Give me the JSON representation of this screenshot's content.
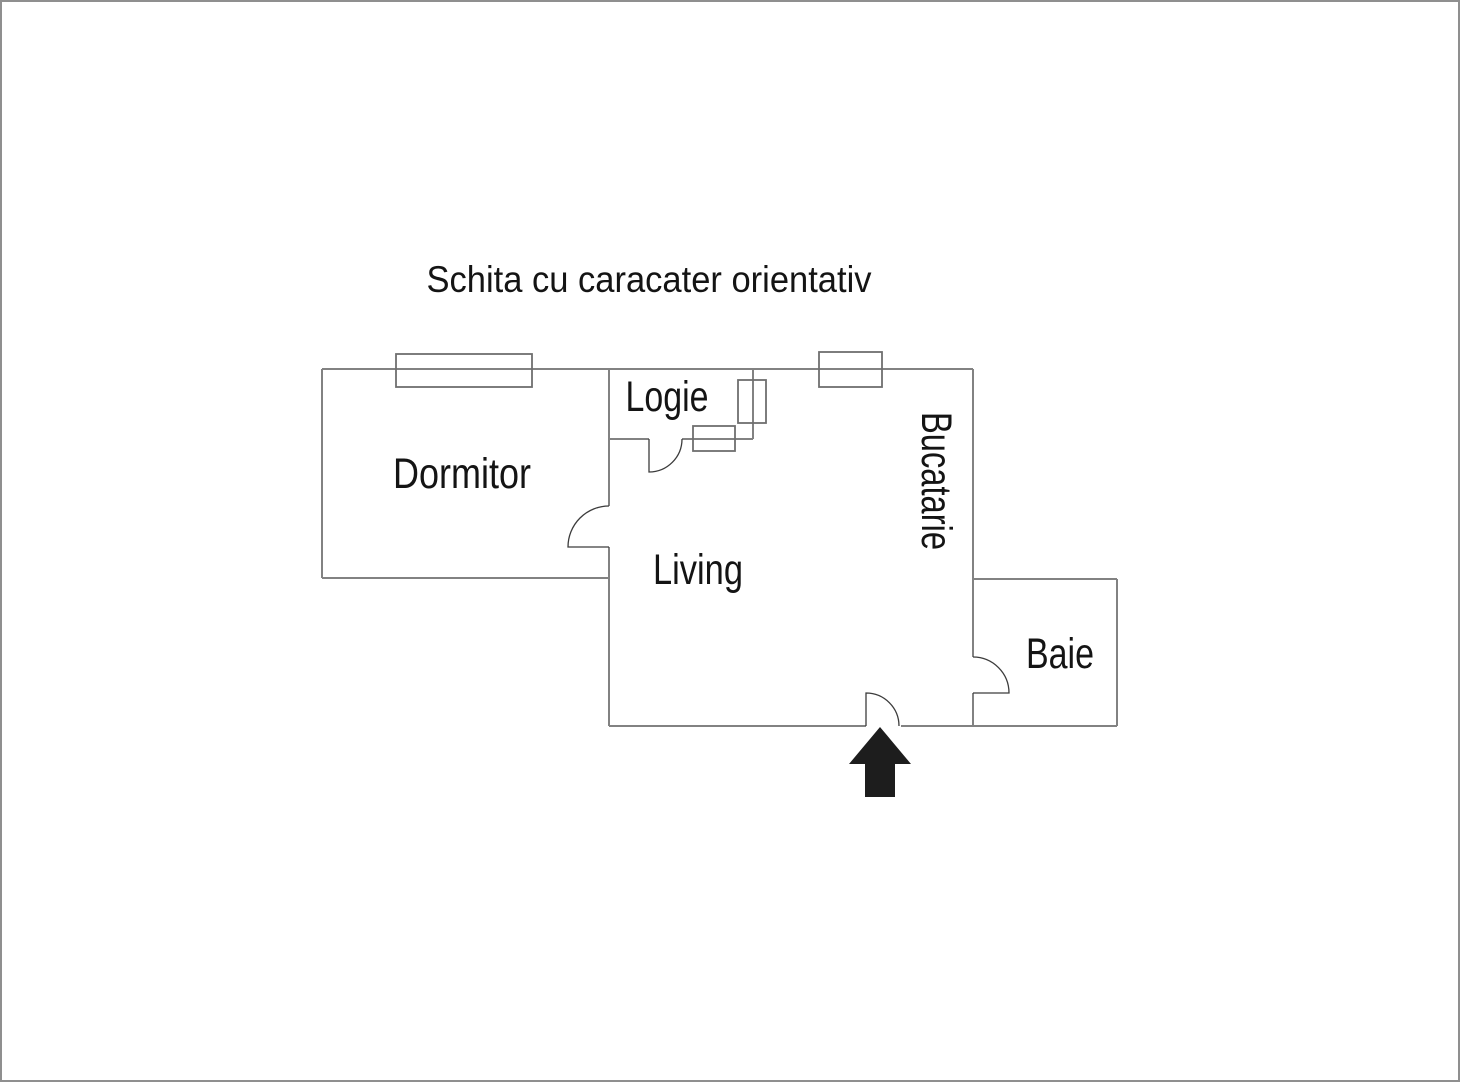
{
  "title": "Schita cu caracater orientativ",
  "rooms": [
    {
      "id": "dormitor",
      "label": "Dormitor"
    },
    {
      "id": "logie",
      "label": "Logie"
    },
    {
      "id": "living",
      "label": "Living"
    },
    {
      "id": "bucatarie",
      "label": "Bucatarie",
      "label_rotation_deg": 90
    },
    {
      "id": "baie",
      "label": "Baie"
    }
  ],
  "plan": {
    "type": "apartment-floor-plan-sketch",
    "doors": [
      {
        "between": "dormitor-living",
        "swing": "into dormitor"
      },
      {
        "between": "logie-living",
        "swing": "into living"
      },
      {
        "between": "exterior-living",
        "swing": "into living",
        "marked_by": "entrance-arrow"
      },
      {
        "between": "living-baie",
        "swing": "into baie"
      }
    ],
    "windows": [
      {
        "on": "dormitor-top-wall"
      },
      {
        "on": "bucatarie-top-wall"
      }
    ],
    "wall_fixtures": [
      {
        "on": "logie-right-wall",
        "shape": "vertical-rect"
      },
      {
        "on": "logie-bottom-wall",
        "shape": "horizontal-rect"
      }
    ],
    "entrance_arrow": {
      "position": "bottom-center",
      "direction": "up"
    }
  },
  "colors": {
    "background": "#ffffff",
    "border": "#8f8f8f",
    "wall": "#828282",
    "window_line": "#6f6f6f",
    "door_line": "#3c3c3c",
    "arrow": "#1d1d1d",
    "text": "#141414"
  }
}
